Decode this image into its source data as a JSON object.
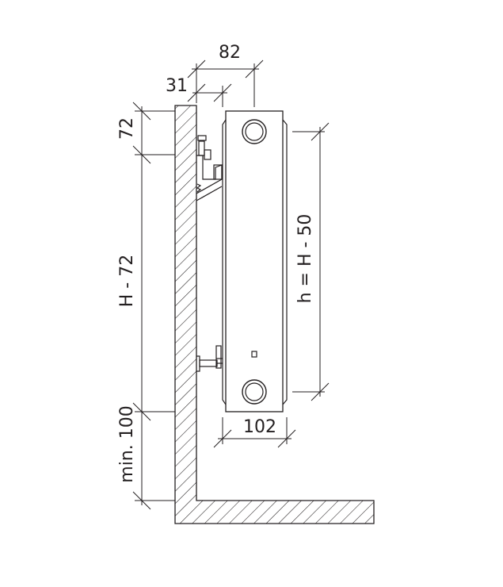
{
  "dimensions": {
    "depth_total": "82",
    "wall_gap": "31",
    "top_offset": "72",
    "bracket_span": "H - 72",
    "floor_clearance": "min. 100",
    "connection_spacing": "h = H - 50",
    "connection_offset": "102"
  },
  "icons": {
    "wall": "hatched-wall",
    "floor": "hatched-floor",
    "radiator": "panel-radiator-side-view",
    "upper_bracket": "wall-bracket",
    "lower_bracket": "wall-bracket",
    "pipe_connection": "pipe-connection-circle"
  }
}
